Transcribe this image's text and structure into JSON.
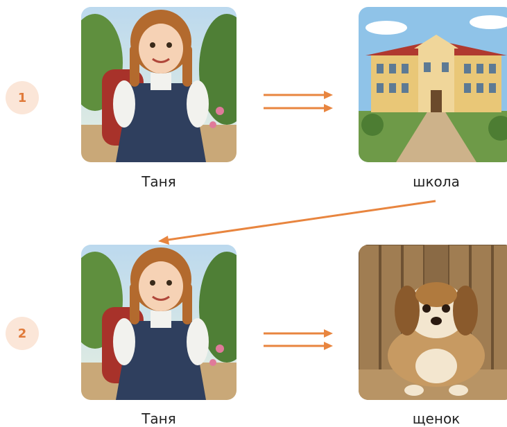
{
  "rows": [
    {
      "badge": "1",
      "left": {
        "caption": "Таня",
        "image": "girl-with-backpack"
      },
      "right": {
        "caption": "школа",
        "image": "school-building"
      }
    },
    {
      "badge": "2",
      "left": {
        "caption": "Таня",
        "image": "girl-with-backpack"
      },
      "right": {
        "caption": "щенок",
        "image": "sad-puppy"
      }
    }
  ],
  "colors": {
    "accent": "#e8853f",
    "badge_bg": "#fbe6d8",
    "badge_text": "#e07a3a"
  }
}
